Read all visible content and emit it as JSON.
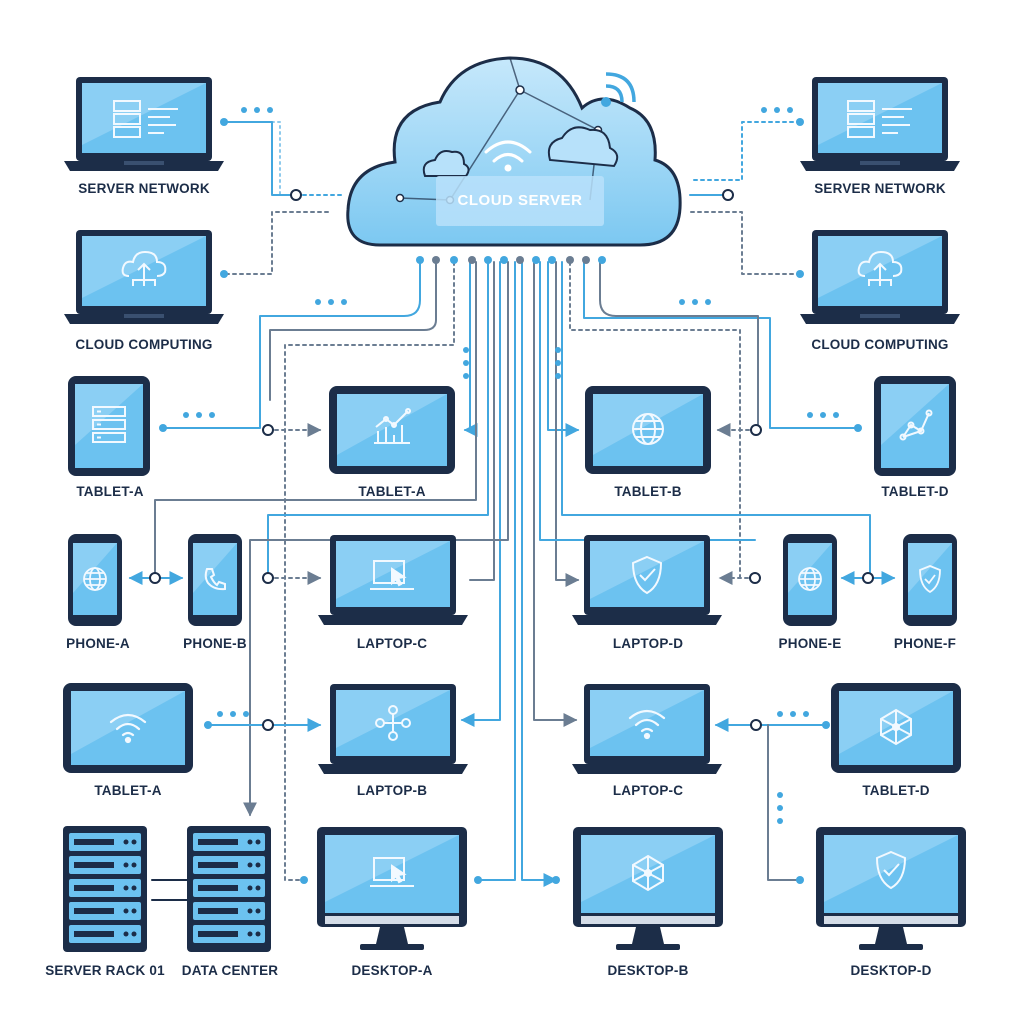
{
  "cloud": {
    "label": "CLOUD SERVER"
  },
  "nodes": {
    "server_network_left": {
      "label": "SERVER NETWORK",
      "icon": "server-rack-icon"
    },
    "cloud_computing_left": {
      "label": "CLOUD COMPUTING",
      "icon": "cloud-upload-icon"
    },
    "server_network_right": {
      "label": "SERVER NETWORK",
      "icon": "server-rack-icon"
    },
    "cloud_computing_right": {
      "label": "CLOUD COMPUTING",
      "icon": "cloud-upload-icon"
    },
    "tablet_a_left": {
      "label": "TABLET-A",
      "icon": "server-list-icon"
    },
    "tablet_a_center": {
      "label": "TABLET-A",
      "icon": "line-chart-icon"
    },
    "tablet_b": {
      "label": "TABLET-B",
      "icon": "globe-icon"
    },
    "tablet_d_top": {
      "label": "TABLET-D",
      "icon": "network-graph-icon"
    },
    "phone_a": {
      "label": "PHONE-A",
      "icon": "globe-icon"
    },
    "phone_b": {
      "label": "PHONE-B",
      "icon": "phone-call-icon"
    },
    "laptop_c_left": {
      "label": "LAPTOP-C",
      "icon": "cursor-window-icon"
    },
    "laptop_d": {
      "label": "LAPTOP-D",
      "icon": "shield-check-icon"
    },
    "phone_e": {
      "label": "PHONE-E",
      "icon": "globe-icon"
    },
    "phone_f": {
      "label": "PHONE-F",
      "icon": "shield-check-icon"
    },
    "tablet_a_bottom": {
      "label": "TABLET-A",
      "icon": "wifi-icon"
    },
    "laptop_b": {
      "label": "LAPTOP-B",
      "icon": "node-link-icon"
    },
    "laptop_c_right": {
      "label": "LAPTOP-C",
      "icon": "wifi-icon"
    },
    "tablet_d_bottom": {
      "label": "TABLET-D",
      "icon": "mesh-network-icon"
    },
    "server_rack_01": {
      "label": "SERVER RACK 01",
      "icon": "server-rack-icon"
    },
    "data_center": {
      "label": "DATA CENTER",
      "icon": "server-rack-icon"
    },
    "desktop_a": {
      "label": "DESKTOP-A",
      "icon": "cursor-window-icon"
    },
    "desktop_b": {
      "label": "DESKTOP-B",
      "icon": "mesh-network-icon"
    },
    "desktop_d": {
      "label": "DESKTOP-D",
      "icon": "shield-check-icon"
    }
  },
  "colors": {
    "wire_blue": "#42a7df",
    "wire_gray": "#6b7d92",
    "device_frame": "#1c2d48",
    "screen": "#6cc2f0",
    "screen_light": "#a9dcf7",
    "icon_stroke": "#f2f9ff",
    "label_text": "#1c2d48"
  }
}
